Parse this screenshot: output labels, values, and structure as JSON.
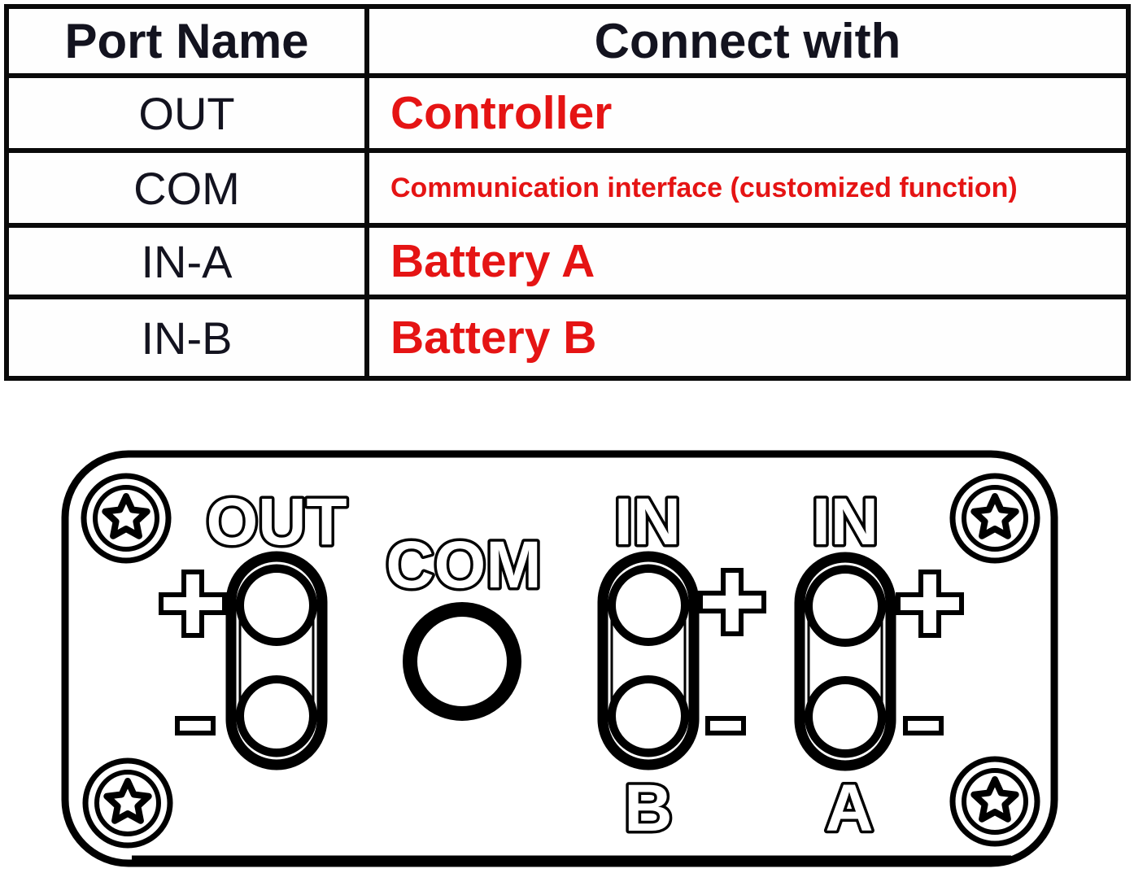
{
  "table": {
    "headers": {
      "port_name": "Port Name",
      "connect_with": "Connect with"
    },
    "rows": [
      {
        "port": "OUT",
        "connect": "Controller"
      },
      {
        "port": "COM",
        "connect": "Communication interface (customized function)"
      },
      {
        "port": "IN-A",
        "connect": "Battery A"
      },
      {
        "port": "IN-B",
        "connect": "Battery B"
      }
    ],
    "header_text_color": "#13131f",
    "port_text_color": "#13131f",
    "connect_text_color": "#e51414",
    "border_color": "#0a0a0a"
  },
  "diagram": {
    "description": "connector panel face plate",
    "background": "#ffffff",
    "line_color": "#000000",
    "screw_count": 4,
    "ports": [
      {
        "id": "out",
        "label": "OUT",
        "holes": 2,
        "polarity_top": "+",
        "polarity_bottom": "-"
      },
      {
        "id": "com",
        "label": "COM",
        "holes": 1
      },
      {
        "id": "in-b",
        "label": "IN",
        "sub": "B",
        "holes": 2,
        "polarity_top": "+",
        "polarity_bottom": "-"
      },
      {
        "id": "in-a",
        "label": "IN",
        "sub": "A",
        "holes": 2,
        "polarity_top": "+",
        "polarity_bottom": "-"
      }
    ]
  }
}
